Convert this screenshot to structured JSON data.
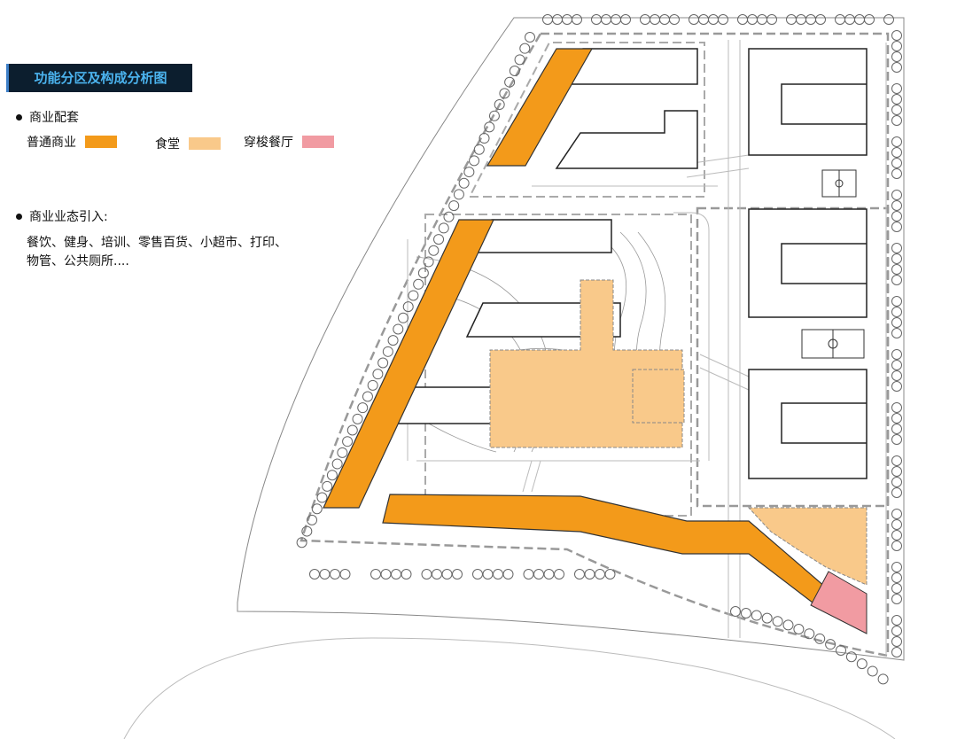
{
  "title": "功能分区及构成分析图",
  "commercial": {
    "heading": "商业配套",
    "legend": [
      {
        "label": "普通商业",
        "color": "#f39a1a"
      },
      {
        "label": "食堂",
        "color": "#f9c98a"
      },
      {
        "label": "穿梭餐厅",
        "color": "#f19ba2"
      }
    ]
  },
  "formats": {
    "heading": "商业业态引入:",
    "line1": "餐饮、健身、培训、零售百货、小超市、打印、",
    "line2": "物管、公共厕所...."
  },
  "colors": {
    "general": "#f39a1a",
    "canteen": "#f9c98a",
    "shuttle": "#f19ba2"
  }
}
